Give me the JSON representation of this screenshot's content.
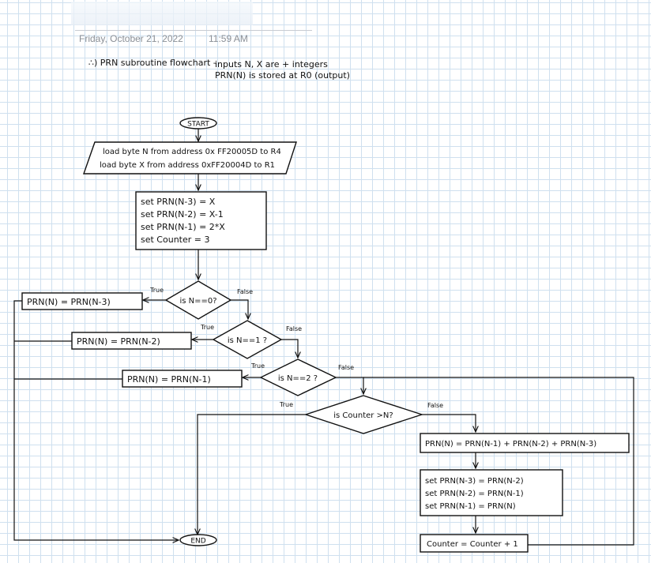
{
  "page": {
    "date": "Friday, October 21, 2022",
    "time": "11:59 AM"
  },
  "notes": {
    "heading": "∴) PRN subroutine flowchart -",
    "inputs": "inputs N, X are + integers",
    "output": "PRN(N) is stored at R0 (output)"
  },
  "flowchart": {
    "start": "START",
    "load": [
      "load byte N from address 0x FF20005D to R4",
      "load byte X from address 0xFF20004D to R1"
    ],
    "init": [
      "set PRN(N-3) = X",
      "set PRN(N-2) = X-1",
      "set PRN(N-1) = 2*X",
      "set Counter = 3"
    ],
    "d0": "is N==0?",
    "d1": "is N==1 ?",
    "d2": "is N==2 ?",
    "d3": "is Counter >N?",
    "true": "True",
    "false": "False",
    "r0": "PRN(N) = PRN(N-3)",
    "r1": "PRN(N) = PRN(N-2)",
    "r2": "PRN(N) = PRN(N-1)",
    "sum": "PRN(N) = PRN(N-1) + PRN(N-2) + PRN(N-3)",
    "shift": [
      "set PRN(N-3) = PRN(N-2)",
      "set PRN(N-2) = PRN(N-1)",
      "set PRN(N-1) = PRN(N)"
    ],
    "inc": "Counter = Counter + 1",
    "end": "END"
  }
}
